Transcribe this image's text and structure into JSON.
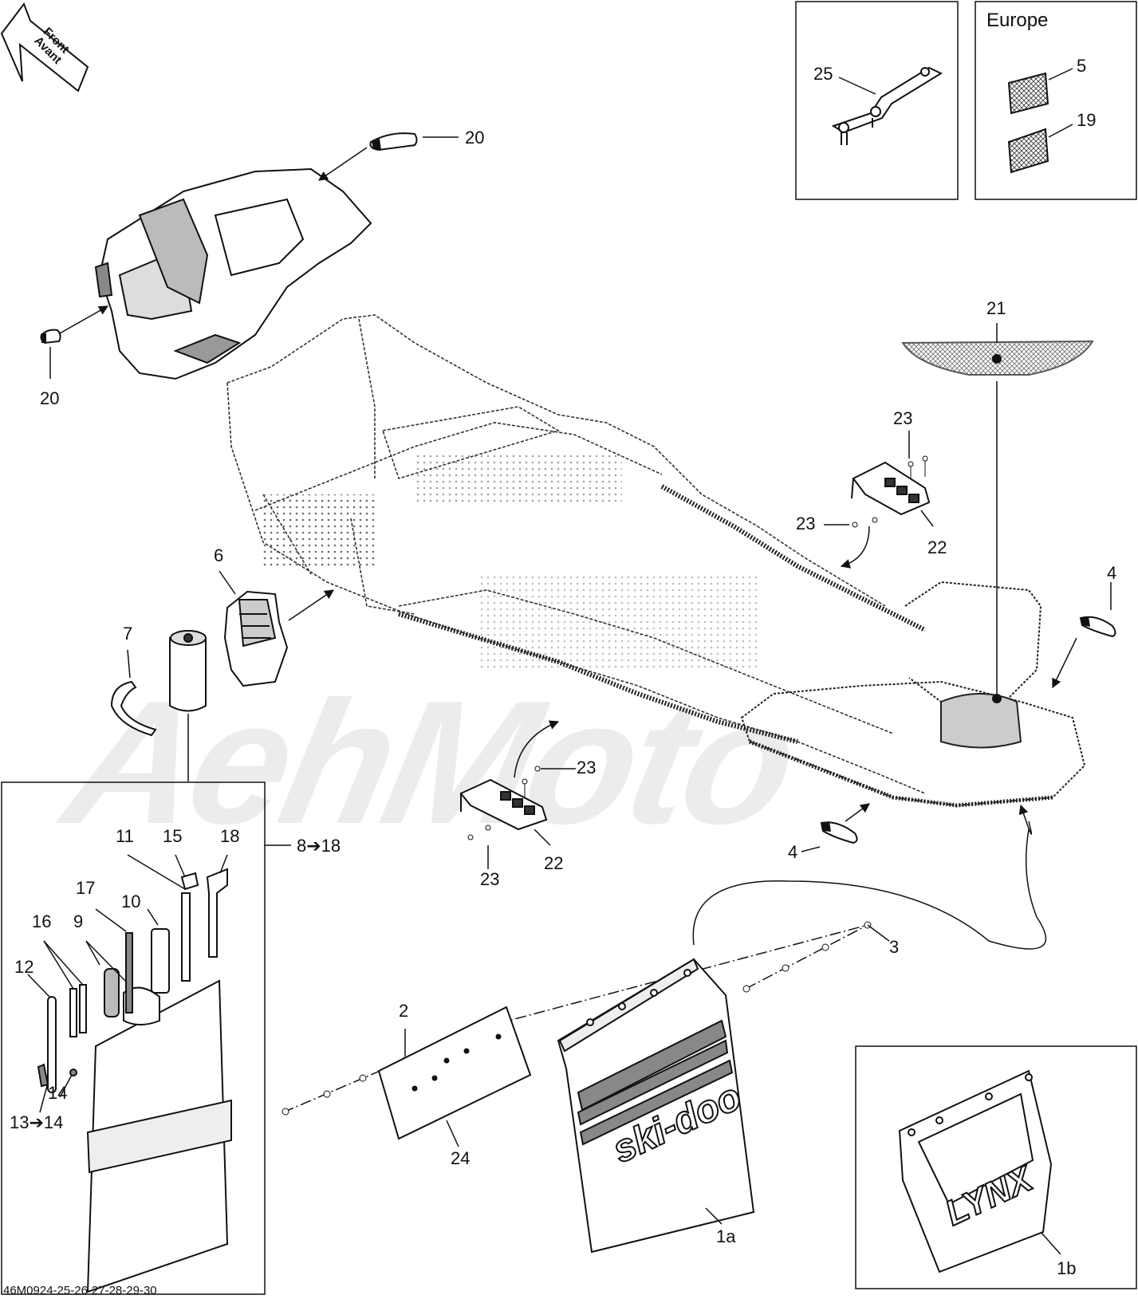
{
  "front_tag": {
    "line1": "Front",
    "line2": "Avant"
  },
  "watermark": "AehMoto",
  "europe_box": {
    "title": "Europe"
  },
  "callouts": {
    "c20_top": "20",
    "c20_left": "20",
    "c25": "25",
    "c5": "5",
    "c19": "19",
    "c21": "21",
    "c23_a": "23",
    "c23_b": "23",
    "c22_a": "22",
    "c4_right": "4",
    "c6": "6",
    "c7": "7",
    "c23_c": "23",
    "c23_d": "23",
    "c22_b": "22",
    "c4_bottom": "4",
    "c8_18": "8➔18",
    "c11": "11",
    "c15": "15",
    "c18": "18",
    "c17": "17",
    "c10": "10",
    "c16": "16",
    "c9": "9",
    "c12": "12",
    "c14": "14",
    "c13_14": "13➔14",
    "c3": "3",
    "c2": "2",
    "c24": "24",
    "c1a": "1a",
    "c1b": "1b"
  },
  "flap_logos": {
    "skidoo": "ski-doo",
    "lynx": "LYNX"
  },
  "footer_code": "46M0924-25-26-27-28-29-30"
}
